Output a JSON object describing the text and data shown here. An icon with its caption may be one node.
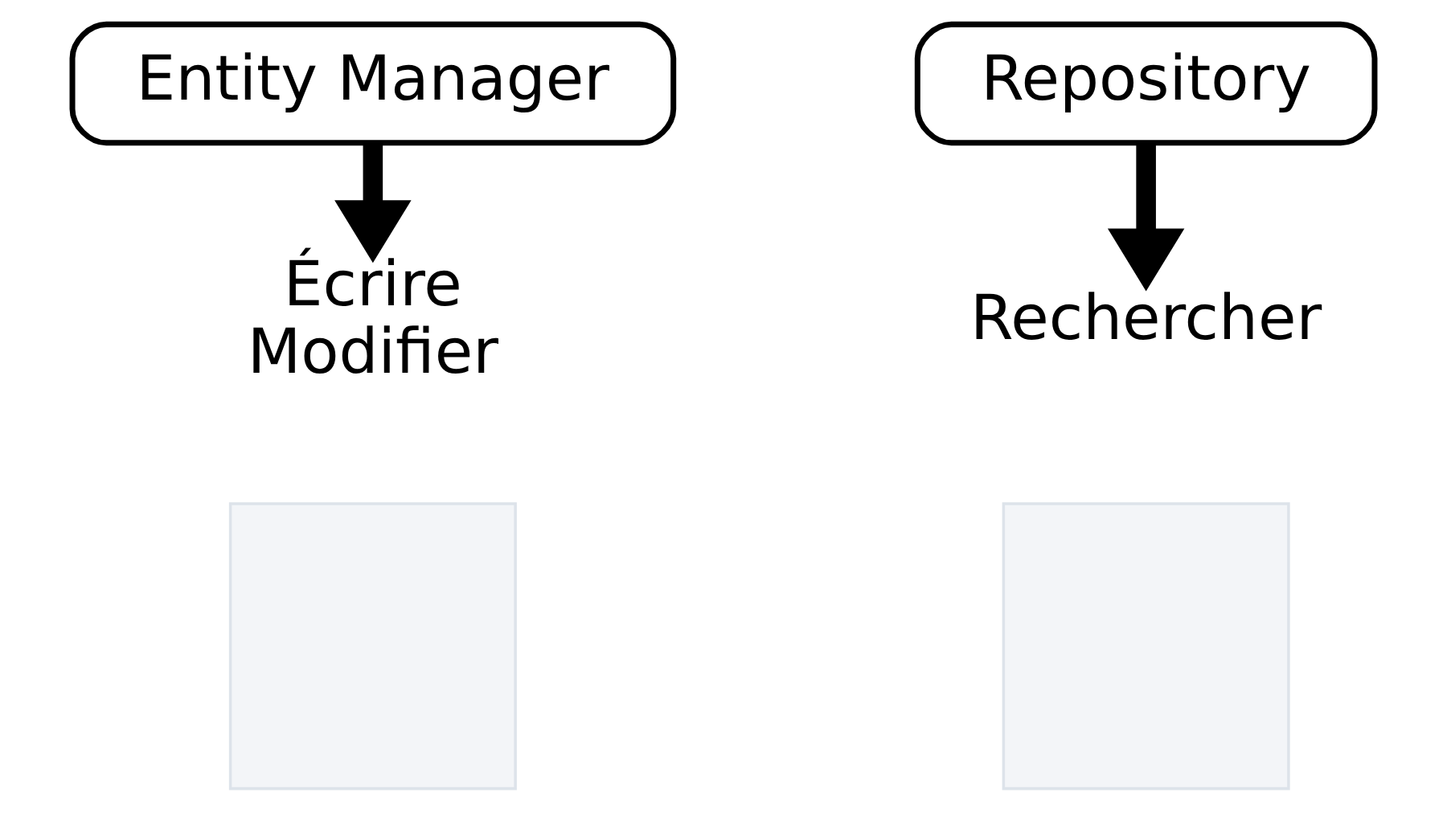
{
  "diagram": {
    "nodes": [
      {
        "text": [
          "Entity Manager"
        ]
      },
      {
        "text": [
          "Repository"
        ]
      },
      {
        "text": [
          "Écrire",
          "Modifier"
        ]
      },
      {
        "text": [
          "Rechercher"
        ]
      },
      {
        "text": [],
        "shape": "box"
      },
      {
        "text": [],
        "shape": "box"
      }
    ],
    "edges": [
      {
        "from": 0,
        "to": 2,
        "arrow": "to"
      },
      {
        "from": 1,
        "to": 3,
        "arrow": "to"
      }
    ]
  }
}
